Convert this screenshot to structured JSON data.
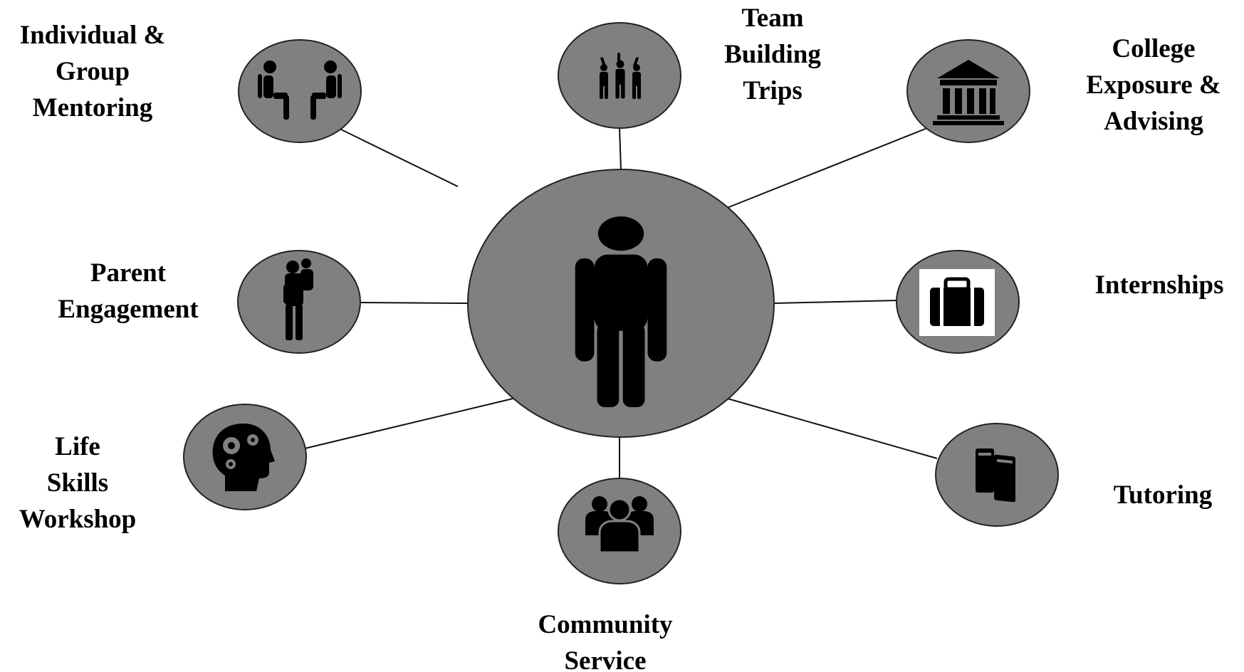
{
  "diagram": {
    "center": {
      "icon": "person-icon"
    },
    "colors": {
      "node_fill": "#808080",
      "node_stroke": "#222222",
      "edge": "#111111",
      "icon": "#000000",
      "label": "#000000"
    },
    "nodes": [
      {
        "id": "mentoring",
        "icon": "mentoring-chairs-icon",
        "label_lines": [
          "Individual &",
          "Group",
          "Mentoring"
        ]
      },
      {
        "id": "team-building",
        "icon": "team-icon",
        "label_lines": [
          "Team",
          "Building",
          "Trips"
        ]
      },
      {
        "id": "college",
        "icon": "college-building-icon",
        "label_lines": [
          "College",
          "Exposure &",
          "Advising"
        ]
      },
      {
        "id": "parent",
        "icon": "parent-child-icon",
        "label_lines": [
          "Parent",
          "Engagement"
        ]
      },
      {
        "id": "internships",
        "icon": "briefcase-icon",
        "label_lines": [
          "Internships"
        ]
      },
      {
        "id": "life-skills",
        "icon": "head-gears-icon",
        "label_lines": [
          "Life",
          "Skills",
          "Workshop"
        ]
      },
      {
        "id": "community",
        "icon": "group-of-people-icon",
        "label_lines": [
          "Community",
          "Service"
        ]
      },
      {
        "id": "tutoring",
        "icon": "books-icon",
        "label_lines": [
          "Tutoring"
        ]
      }
    ]
  }
}
